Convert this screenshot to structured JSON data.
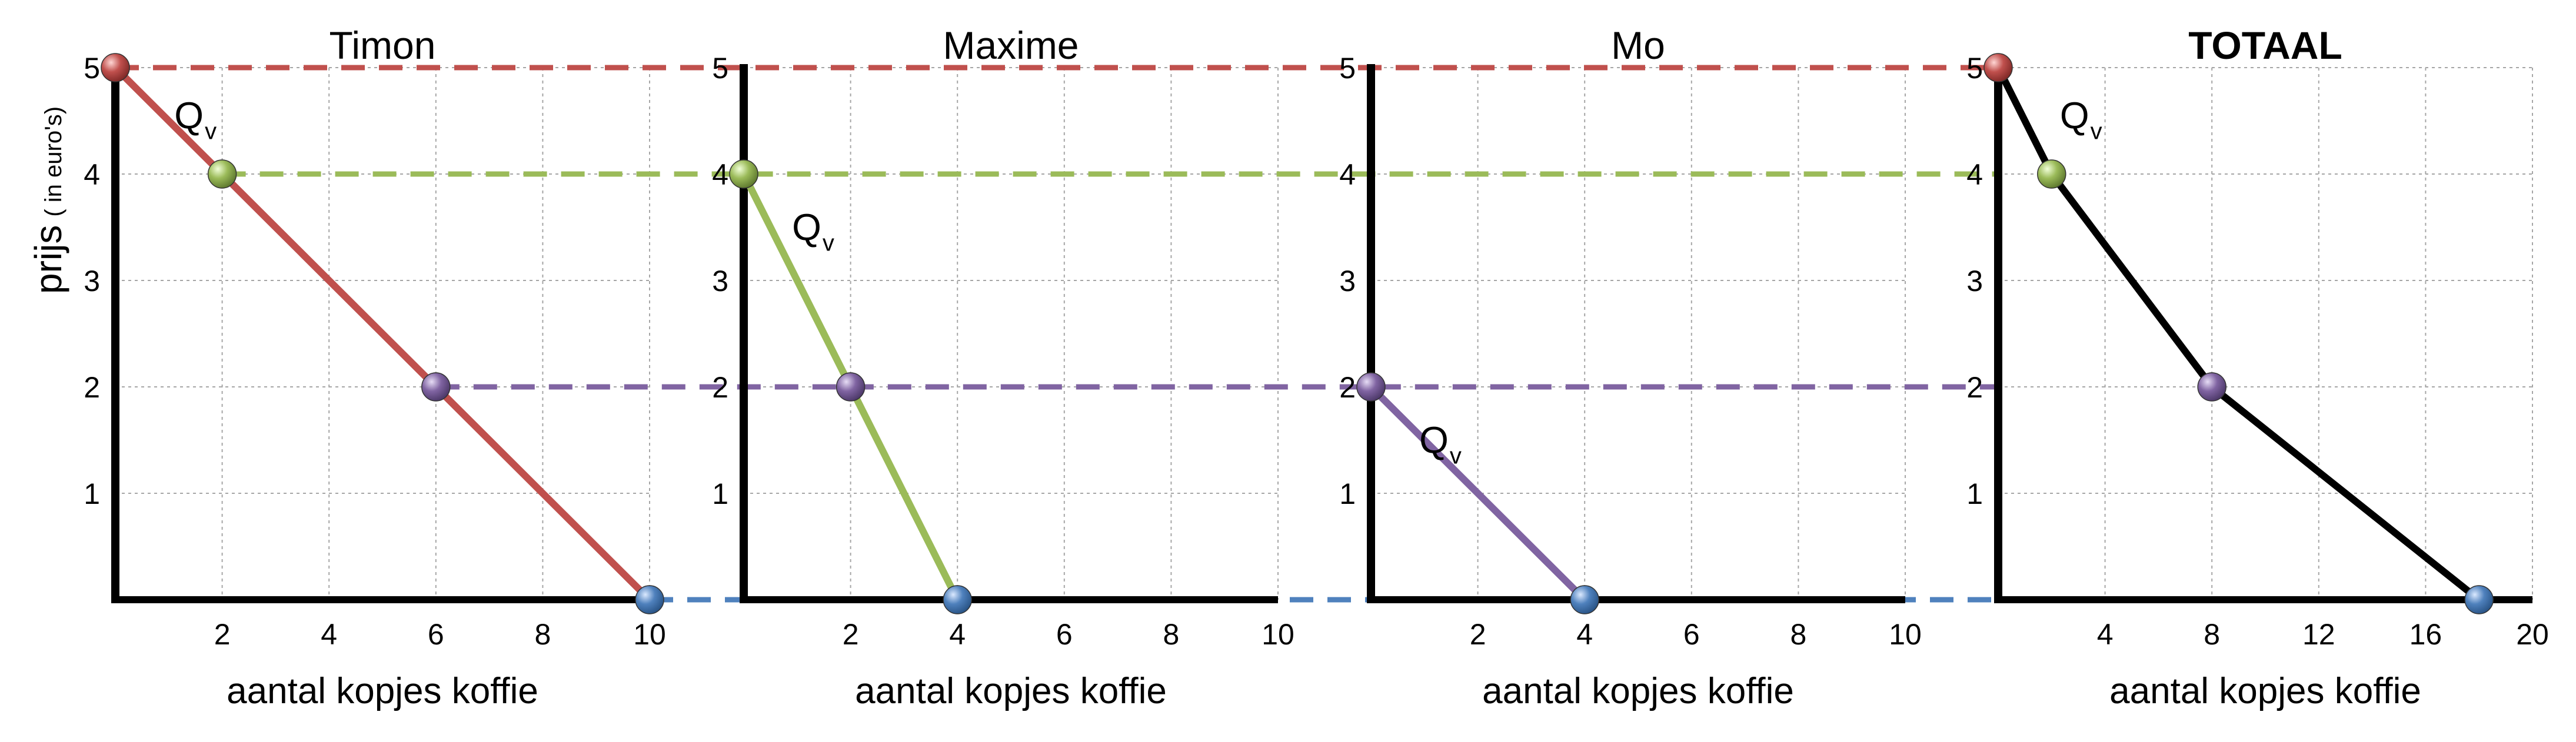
{
  "ylabel": "prijs",
  "ylabel_unit": "( in euro's)",
  "qv_label": "Q",
  "qv_sub": "v",
  "colors": {
    "red": "#c0504d",
    "green": "#9bbb59",
    "purple": "#8064a2",
    "blue": "#4f81bd",
    "axis": "#000000",
    "grid": "#a6a6a6"
  },
  "chart_data": [
    {
      "type": "line",
      "title": "Timon",
      "title_bold": false,
      "xlabel": "aantal kopjes koffie",
      "xlim": [
        0,
        10
      ],
      "ylim": [
        0,
        5
      ],
      "xticks": [
        "2",
        "4",
        "6",
        "8",
        "10"
      ],
      "yticks": [
        "1",
        "2",
        "3",
        "4",
        "5"
      ],
      "series": [
        {
          "color": "red",
          "points": [
            [
              0,
              5
            ],
            [
              10,
              0
            ]
          ]
        }
      ],
      "markers": [
        {
          "x": 0,
          "y": 5,
          "color": "red"
        },
        {
          "x": 2,
          "y": 4,
          "color": "green"
        },
        {
          "x": 6,
          "y": 2,
          "color": "purple"
        },
        {
          "x": 10,
          "y": 0,
          "color": "blue"
        }
      ],
      "qv_at": [
        1.5,
        4.55
      ]
    },
    {
      "type": "line",
      "title": "Maxime",
      "title_bold": false,
      "xlabel": "aantal kopjes koffie",
      "xlim": [
        0,
        10
      ],
      "ylim": [
        0,
        5
      ],
      "xticks": [
        "2",
        "4",
        "6",
        "8",
        "10"
      ],
      "yticks": [
        "1",
        "2",
        "3",
        "4",
        "5"
      ],
      "series": [
        {
          "color": "green",
          "points": [
            [
              0,
              4
            ],
            [
              4,
              0
            ]
          ]
        }
      ],
      "markers": [
        {
          "x": 0,
          "y": 4,
          "color": "green"
        },
        {
          "x": 2,
          "y": 2,
          "color": "purple"
        },
        {
          "x": 4,
          "y": 0,
          "color": "blue"
        }
      ],
      "qv_at": [
        1.3,
        3.5
      ]
    },
    {
      "type": "line",
      "title": "Mo",
      "title_bold": false,
      "xlabel": "aantal kopjes koffie",
      "xlim": [
        0,
        10
      ],
      "ylim": [
        0,
        5
      ],
      "xticks": [
        "2",
        "4",
        "6",
        "8",
        "10"
      ],
      "yticks": [
        "1",
        "2",
        "3",
        "4",
        "5"
      ],
      "series": [
        {
          "color": "purple",
          "points": [
            [
              0,
              2
            ],
            [
              4,
              0
            ]
          ]
        }
      ],
      "markers": [
        {
          "x": 0,
          "y": 2,
          "color": "purple"
        },
        {
          "x": 4,
          "y": 0,
          "color": "blue"
        }
      ],
      "qv_at": [
        1.3,
        1.5
      ]
    },
    {
      "type": "line",
      "title": "TOTAAL",
      "title_bold": true,
      "xlabel": "aantal kopjes koffie",
      "xlim": [
        0,
        20
      ],
      "ylim": [
        0,
        5
      ],
      "xticks": [
        "4",
        "8",
        "12",
        "16",
        "20"
      ],
      "yticks": [
        "1",
        "2",
        "3",
        "4",
        "5"
      ],
      "series": [
        {
          "color": "axis",
          "points": [
            [
              0,
              5
            ],
            [
              2,
              4
            ],
            [
              8,
              2
            ],
            [
              18,
              0
            ]
          ]
        }
      ],
      "markers": [
        {
          "x": 0,
          "y": 5,
          "color": "red"
        },
        {
          "x": 2,
          "y": 4,
          "color": "green"
        },
        {
          "x": 8,
          "y": 2,
          "color": "purple"
        },
        {
          "x": 18,
          "y": 0,
          "color": "blue"
        }
      ],
      "qv_at": [
        3.1,
        4.55
      ]
    }
  ],
  "guide_lines": [
    {
      "y": 5,
      "color": "red",
      "from_panel": 0,
      "from_x": 0,
      "to_panel": 3
    },
    {
      "y": 4,
      "color": "green",
      "from_panel": 0,
      "from_x": 2,
      "to_panel": 3
    },
    {
      "y": 2,
      "color": "purple",
      "from_panel": 0,
      "from_x": 6,
      "to_panel": 3
    },
    {
      "y": 0,
      "color": "blue",
      "from_panel": 0,
      "from_x": 10,
      "to_panel": 3
    }
  ]
}
